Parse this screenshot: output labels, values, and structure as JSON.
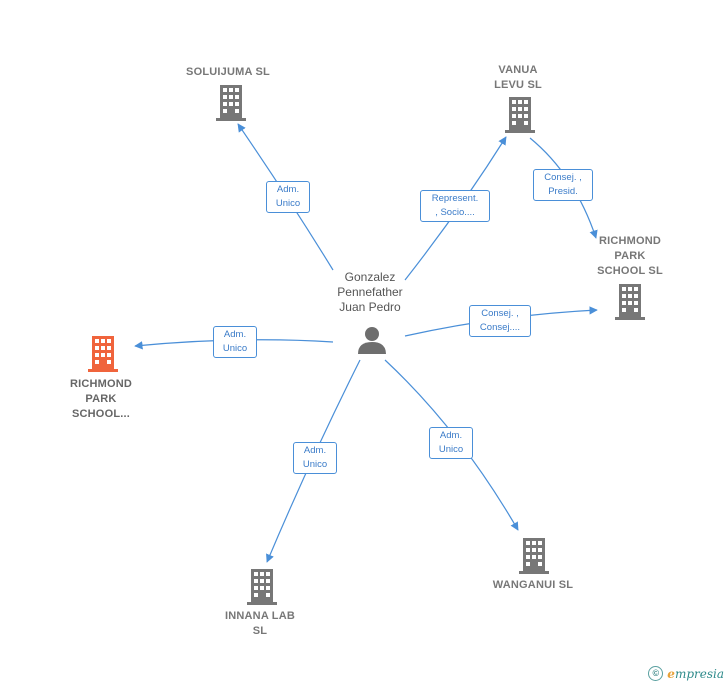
{
  "center": {
    "name": "Gonzalez\nPennefather\nJuan Pedro",
    "icon": "person-icon"
  },
  "companies": [
    {
      "id": "soluijuma",
      "name": "SOLUIJUMA  SL",
      "icon": "building-icon",
      "color": "#777777"
    },
    {
      "id": "vanua",
      "name": "VANUA\nLEVU  SL",
      "icon": "building-icon",
      "color": "#777777"
    },
    {
      "id": "richmond-right",
      "name": "RICHMOND\nPARK\nSCHOOL  SL",
      "icon": "building-icon",
      "color": "#777777"
    },
    {
      "id": "richmond-left",
      "name": "RICHMOND\nPARK\nSCHOOL...",
      "icon": "building-icon",
      "color": "#f0643c"
    },
    {
      "id": "innana",
      "name": "INNANA LAB\nSL",
      "icon": "building-icon",
      "color": "#777777"
    },
    {
      "id": "wanganui",
      "name": "WANGANUI  SL",
      "icon": "building-icon",
      "color": "#777777"
    }
  ],
  "edges": [
    {
      "from": "center",
      "to": "soluijuma",
      "label": "Adm.\nUnico"
    },
    {
      "from": "center",
      "to": "vanua",
      "label": "Represent.\n, Socio...."
    },
    {
      "from": "vanua",
      "to": "richmond-right",
      "label": "Consej. ,\nPresid."
    },
    {
      "from": "center",
      "to": "richmond-right",
      "label": "Consej. ,\nConsej...."
    },
    {
      "from": "center",
      "to": "richmond-left",
      "label": "Adm.\nUnico"
    },
    {
      "from": "center",
      "to": "innana",
      "label": "Adm.\nUnico"
    },
    {
      "from": "center",
      "to": "wanganui",
      "label": "Adm.\nUnico"
    }
  ],
  "colors": {
    "edge": "#4a8fd8",
    "building": "#777777",
    "accent": "#f0643c"
  },
  "brand": {
    "copyright": "©",
    "initial": "e",
    "rest": "mpresia"
  }
}
